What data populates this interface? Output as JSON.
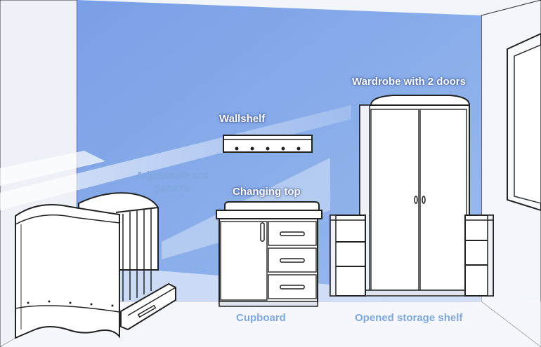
{
  "labels": {
    "wardrobe": "Wardrobe with 2 doors",
    "wallshelf": "Wallshelf",
    "cot_line1": "Adjustable cot",
    "cot_line2": "140x70",
    "changing_top": "Changing top",
    "cupboard": "Cupboard",
    "storage_shelf": "Opened storage shelf"
  },
  "colors": {
    "wall": "#88a9e8",
    "label_white": "#ffffff",
    "label_blue": "#7fa8dc",
    "outline": "#222222"
  }
}
